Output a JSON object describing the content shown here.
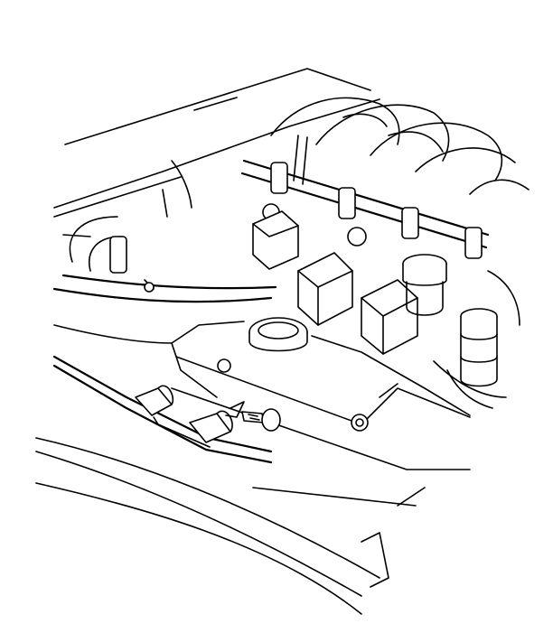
{
  "illustration": {
    "subject": "engine-bay-line-drawing",
    "style": "black-line-art-on-white",
    "colors": {
      "line": "#000000",
      "background": "#ffffff"
    },
    "components": [
      "hood-edge",
      "intake-manifold-runners",
      "fuel-rail",
      "fuel-injectors",
      "ignition-coil-packs",
      "oil-filler-cap",
      "coolant-reservoir-cap",
      "reservoir-tank",
      "hose-clamp-bracket",
      "mounting-bolt",
      "fender-line"
    ]
  }
}
